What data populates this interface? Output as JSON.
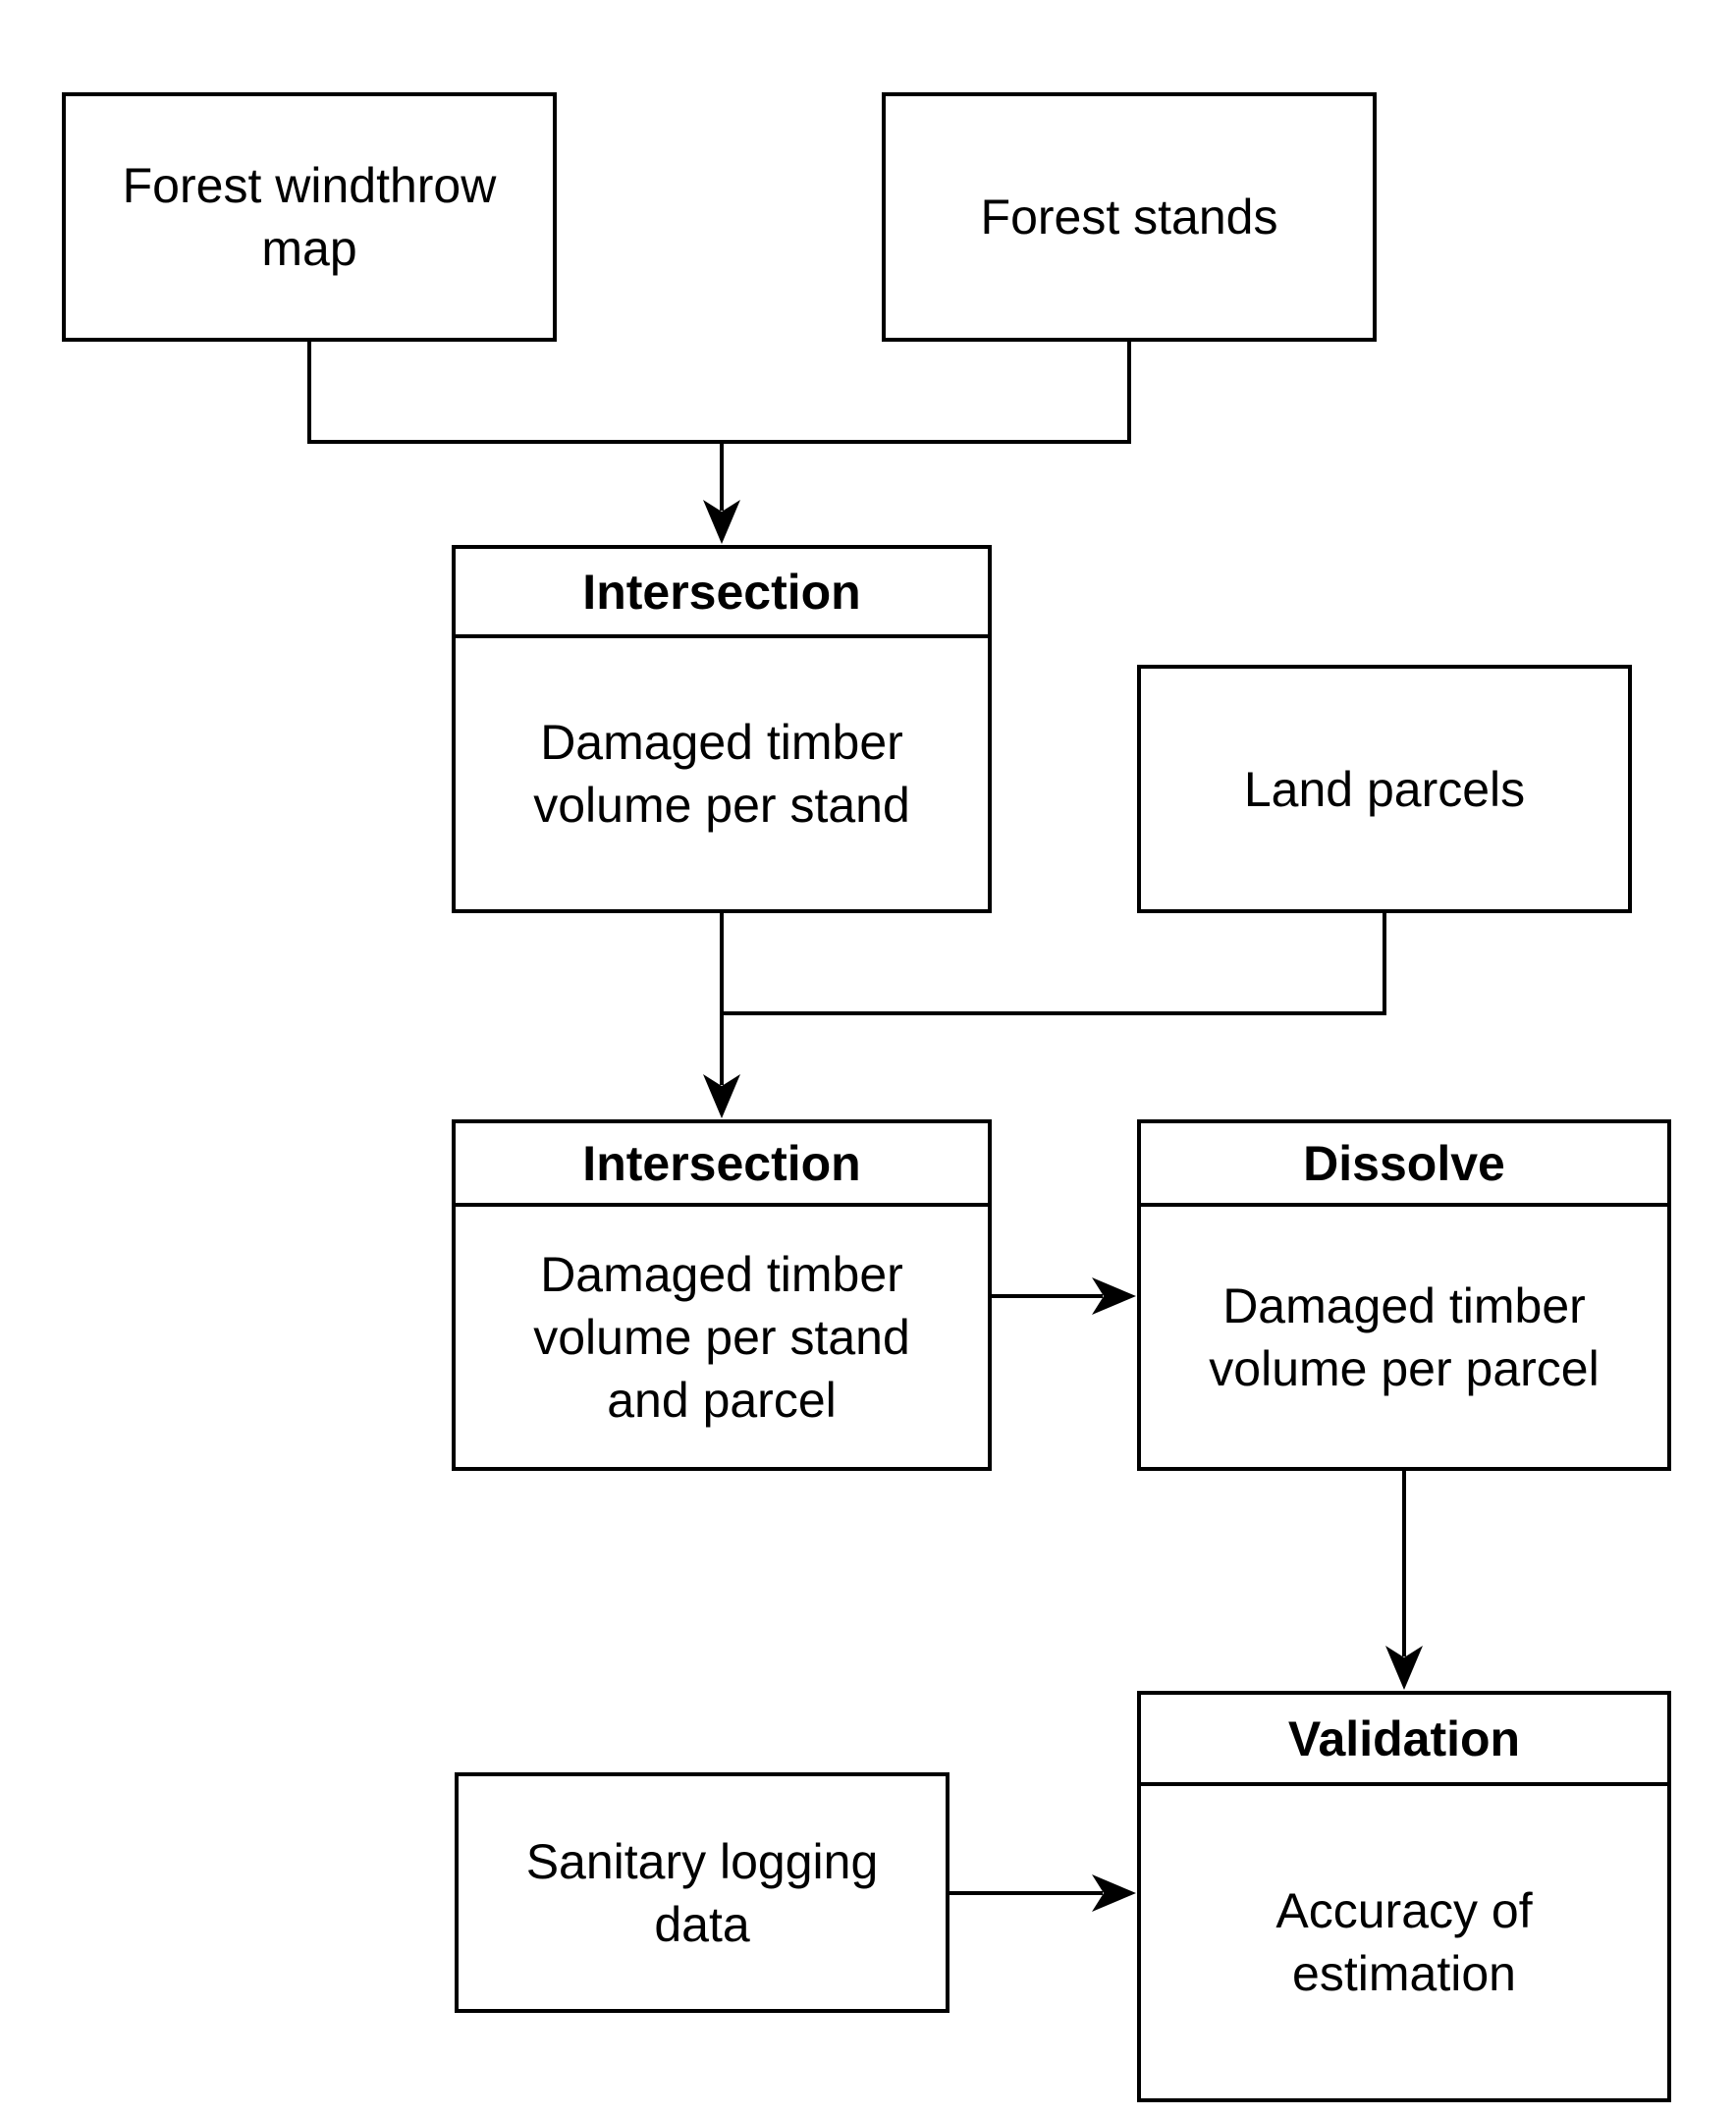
{
  "diagram": {
    "background_color": "#ffffff",
    "line_color": "#000000",
    "text_color": "#000000",
    "nodes": {
      "forest_windthrow_map": {
        "type": "data",
        "lines": [
          "Forest windthrow",
          "map"
        ]
      },
      "forest_stands": {
        "type": "data",
        "lines": [
          "Forest stands"
        ]
      },
      "intersection_1": {
        "type": "operation",
        "header": "Intersection",
        "lines": [
          "Damaged timber",
          "volume per stand"
        ]
      },
      "land_parcels": {
        "type": "data",
        "lines": [
          "Land parcels"
        ]
      },
      "intersection_2": {
        "type": "operation",
        "header": "Intersection",
        "lines": [
          "Damaged timber",
          "volume per stand",
          "and parcel"
        ]
      },
      "dissolve": {
        "type": "operation",
        "header": "Dissolve",
        "lines": [
          "Damaged timber",
          "volume per parcel"
        ]
      },
      "sanitary_logging_data": {
        "type": "data",
        "lines": [
          "Sanitary logging",
          "data"
        ]
      },
      "validation": {
        "type": "operation",
        "header": "Validation",
        "lines": [
          "Accuracy of",
          "estimation"
        ]
      }
    }
  }
}
